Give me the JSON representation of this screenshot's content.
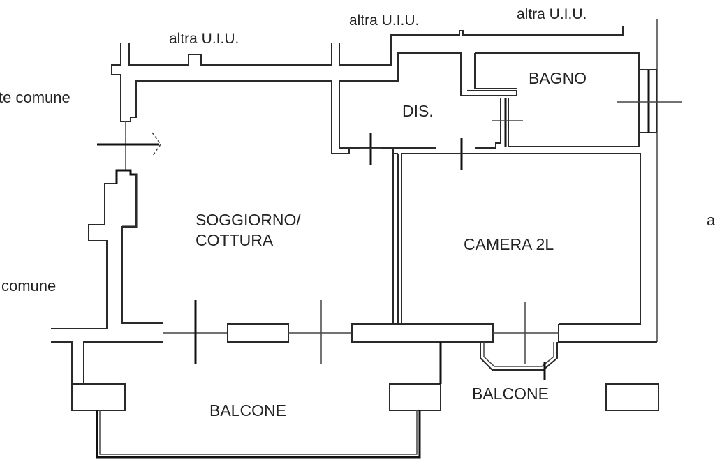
{
  "plan": {
    "rooms": {
      "soggiorno_line1": "SOGGIORNO/",
      "soggiorno_line2": "COTTURA",
      "camera": "CAMERA 2L",
      "dis": "DIS.",
      "bagno": "BAGNO",
      "balcone_main": "BALCONE",
      "balcone_small": "BALCONE"
    },
    "neighbors": {
      "altra_uiu_1": "altra U.I.U.",
      "altra_uiu_2": "altra U.I.U.",
      "altra_uiu_3": "altra U.I.U.",
      "comune_top": "te comune",
      "comune_left": "comune",
      "right_cut": "a"
    }
  }
}
